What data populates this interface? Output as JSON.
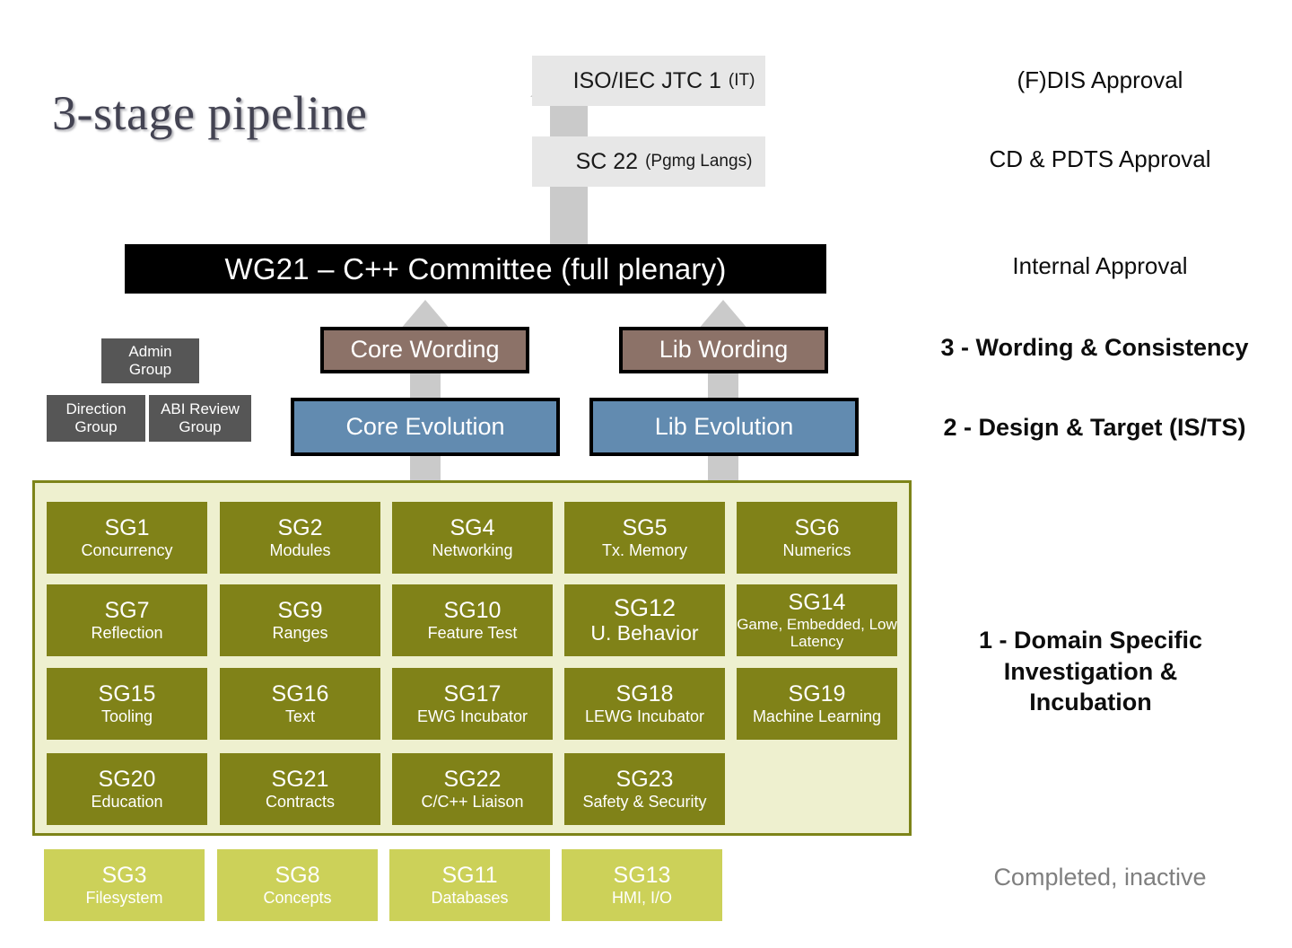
{
  "title": "3-stage pipeline",
  "iso_chain": [
    {
      "main": "ISO/IEC JTC 1",
      "sub": "(IT)"
    },
    {
      "main": "SC 22",
      "sub": "(Pgmg Langs)"
    }
  ],
  "plenary": {
    "label": "WG21 – C++ Committee (full plenary)"
  },
  "groups": [
    {
      "line1": "Admin",
      "line2": "Group"
    },
    {
      "line1": "Direction",
      "line2": "Group"
    },
    {
      "line1": "ABI Review",
      "line2": "Group"
    }
  ],
  "wording": [
    {
      "label": "Core Wording"
    },
    {
      "label": "Lib Wording"
    }
  ],
  "evolution": [
    {
      "label": "Core Evolution"
    },
    {
      "label": "Lib Evolution"
    }
  ],
  "study_groups": {
    "rows": [
      [
        {
          "code": "SG1",
          "desc": "Concurrency"
        },
        {
          "code": "SG2",
          "desc": "Modules"
        },
        {
          "code": "SG4",
          "desc": "Networking"
        },
        {
          "code": "SG5",
          "desc": "Tx. Memory"
        },
        {
          "code": "SG6",
          "desc": "Numerics"
        }
      ],
      [
        {
          "code": "SG7",
          "desc": "Reflection"
        },
        {
          "code": "SG9",
          "desc": "Ranges"
        },
        {
          "code": "SG10",
          "desc": "Feature Test"
        },
        {
          "code": "SG12",
          "desc": "U. Behavior"
        },
        {
          "code": "SG14",
          "desc": "Game, Embedded, Low Latency"
        }
      ],
      [
        {
          "code": "SG15",
          "desc": "Tooling"
        },
        {
          "code": "SG16",
          "desc": "Text"
        },
        {
          "code": "SG17",
          "desc": "EWG Incubator"
        },
        {
          "code": "SG18",
          "desc": "LEWG Incubator"
        },
        {
          "code": "SG19",
          "desc": "Machine Learning"
        }
      ],
      [
        {
          "code": "SG20",
          "desc": "Education"
        },
        {
          "code": "SG21",
          "desc": "Contracts"
        },
        {
          "code": "SG22",
          "desc": "C/C++ Liaison"
        },
        {
          "code": "SG23",
          "desc": "Safety & Security"
        }
      ]
    ]
  },
  "completed_groups": [
    {
      "code": "SG3",
      "desc": "Filesystem"
    },
    {
      "code": "SG8",
      "desc": "Concepts"
    },
    {
      "code": "SG11",
      "desc": "Databases"
    },
    {
      "code": "SG13",
      "desc": "HMI, I/O"
    }
  ],
  "captions": {
    "fdis": "(F)DIS Approval",
    "cd_pdts": "CD & PDTS Approval",
    "internal": "Internal Approval",
    "stage3": "3 - Wording & Consistency",
    "stage2": "2 - Design & Target (IS/TS)",
    "stage1": "1 - Domain Specific Investigation & Incubation",
    "inactive": "Completed, inactive"
  },
  "colors": {
    "sg_active": "#808218",
    "sg_inactive": "#ccd159",
    "sg_container": "#eef0cf",
    "sg_container_border": "#7d8419",
    "wording": "#8c7268",
    "evolution": "#628bb0",
    "group": "#565656",
    "plenary": "#000000",
    "iso_box": "#e7e7e7",
    "arrow": "#bfbfbf",
    "title_text": "#434352",
    "inactive_caption": "#7f7f7f"
  }
}
